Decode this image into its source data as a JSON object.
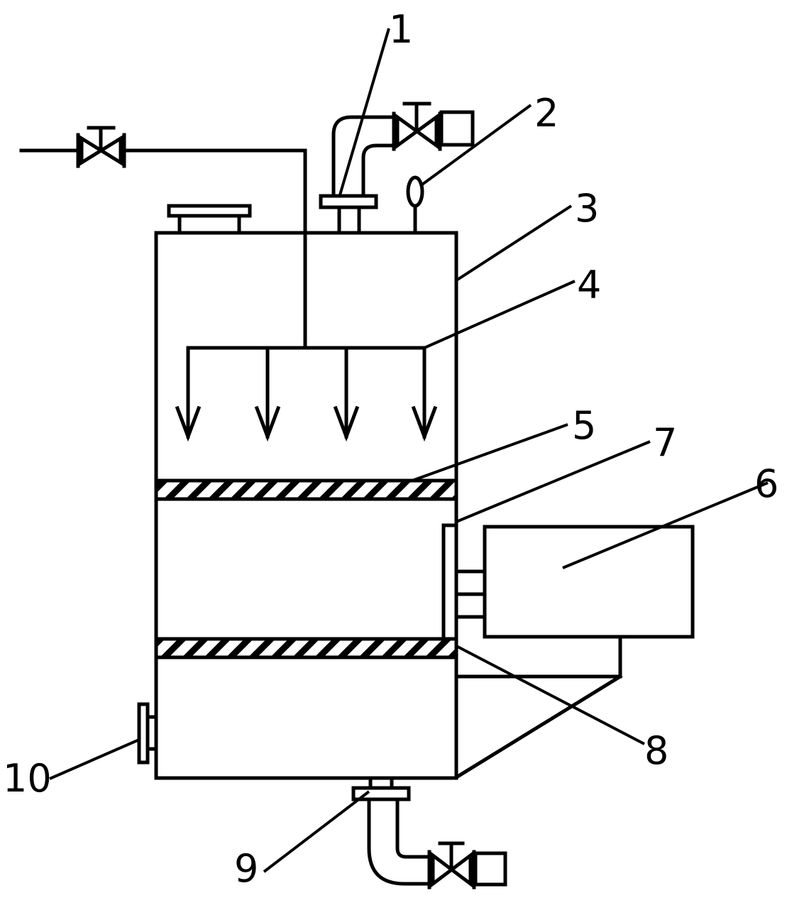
{
  "callouts": [
    {
      "id": "1",
      "text": "1"
    },
    {
      "id": "2",
      "text": "2"
    },
    {
      "id": "3",
      "text": "3"
    },
    {
      "id": "4",
      "text": "4"
    },
    {
      "id": "5",
      "text": "5"
    },
    {
      "id": "6",
      "text": "6"
    },
    {
      "id": "7",
      "text": "7"
    },
    {
      "id": "8",
      "text": "8"
    },
    {
      "id": "9",
      "text": "9"
    },
    {
      "id": "10",
      "text": "10"
    }
  ],
  "colors": {
    "stroke": "#000000",
    "background": "#ffffff"
  }
}
